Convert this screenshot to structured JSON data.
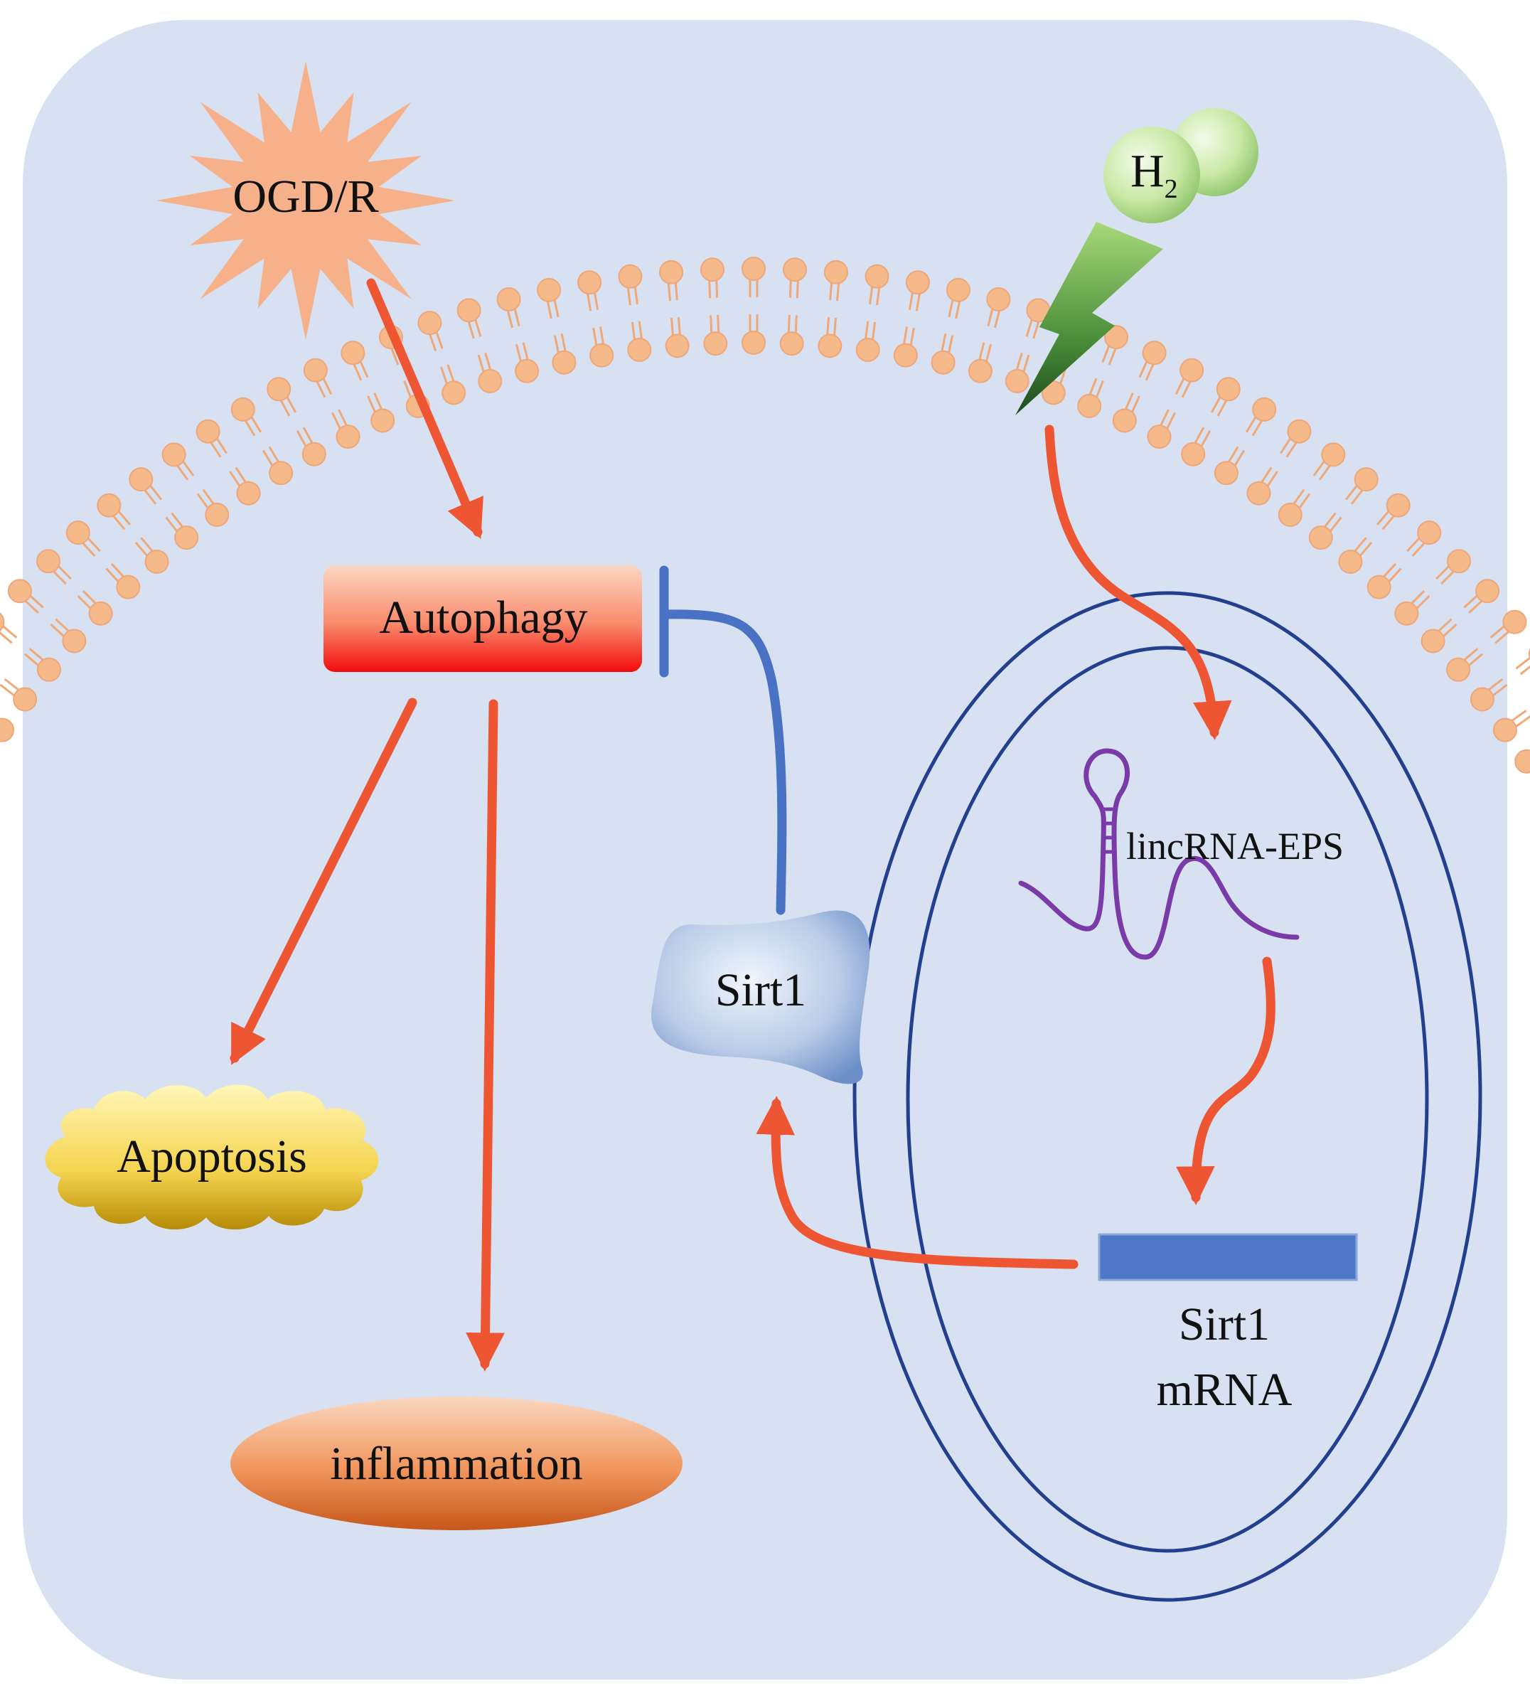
{
  "diagram": {
    "stimulus_label": "OGD/R",
    "h2_label": "H",
    "h2_subscript": "2",
    "autophagy_label": "Autophagy",
    "sirt1_label": "Sirt1",
    "lincrna_label": "lincRNA-EPS",
    "mrna_label_line1": "Sirt1",
    "mrna_label_line2": "mRNA",
    "apoptosis_label": "Apoptosis",
    "inflammation_label": "inflammation"
  },
  "colors": {
    "cell_background": "#d7e1f1",
    "arrow": "#ee5533",
    "inhibition": "#4a72c4",
    "nucleus_outline": "#23408e",
    "membrane": "#f6b98a",
    "rna": "#7a3aa8",
    "mrna_bar": "#4e77c8"
  }
}
